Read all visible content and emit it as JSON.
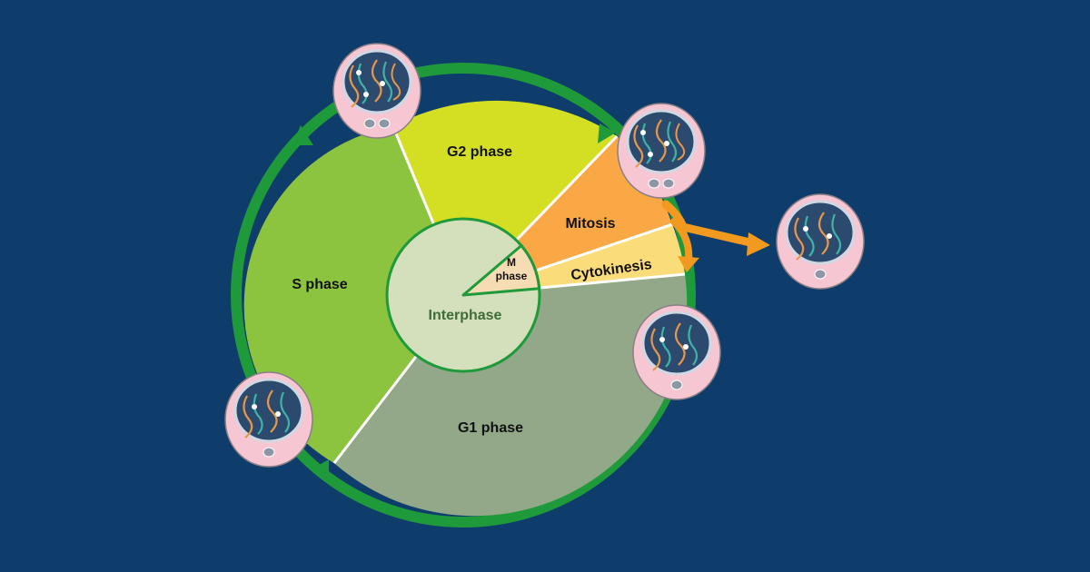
{
  "diagram": {
    "labels": {
      "s_phase": "S phase",
      "g2_phase": "G2 phase",
      "mitosis": "Mitosis",
      "cytokinesis": "Cytokinesis",
      "g1_phase": "G1 phase",
      "m_phase_line1": "M",
      "m_phase_line2": "phase",
      "interphase": "Interphase"
    },
    "colors": {
      "background": "#0f3d6b",
      "ring": "#1f9a3a",
      "s_phase": "#8cc43f",
      "g2_phase": "#d4de23",
      "mitosis": "#f9a845",
      "cytokinesis": "#fbdc7a",
      "g1_phase": "#93a888",
      "interphase": "#d3e0bb",
      "m_phase": "#f6dcb2",
      "arrow": "#f29a1f",
      "cell": "#f6c6d3",
      "nucleus": "#2b4a6e"
    }
  }
}
